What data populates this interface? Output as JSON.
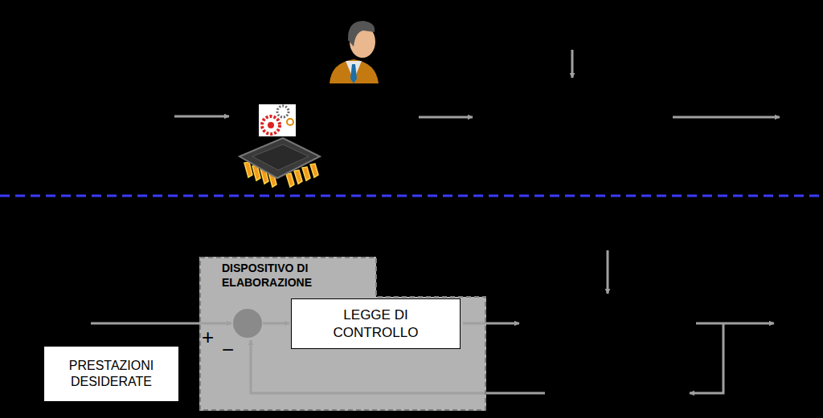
{
  "diagram": {
    "nodes": [
      {
        "text": [
          "DISPOSITIVO DI ELABORAZIONE"
        ]
      },
      {
        "text": [
          "LEGGE DI CONTROLLO"
        ],
        "in": 0
      },
      {
        "text": [
          "PRESTAZIONI DESIDERATE"
        ]
      }
    ],
    "labels": [
      "+",
      "−"
    ]
  }
}
